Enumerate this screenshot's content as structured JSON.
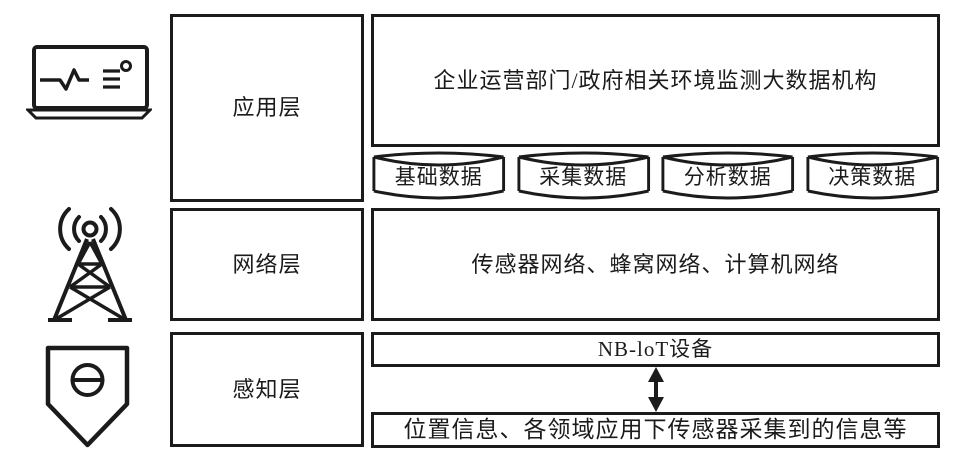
{
  "colors": {
    "ink": "#1b1b1b",
    "background": "#ffffff"
  },
  "icons": {
    "application": "monitoring-device-icon",
    "network": "radio-tower-icon",
    "perception": "sensor-probe-icon",
    "link": "double-arrow-icon",
    "data_store_shape": "database-cylinder"
  },
  "layers": {
    "application": {
      "label": "应用层",
      "organization": "企业运营部门/政府相关环境监测大数据机构",
      "data_stores": [
        "基础数据",
        "采集数据",
        "分析数据",
        "决策数据"
      ]
    },
    "network": {
      "label": "网络层",
      "content": "传感器网络、蜂窝网络、计算机网络"
    },
    "perception": {
      "label": "感知层",
      "device": "NB-loT设备",
      "information": "位置信息、各领域应用下传感器采集到的信息等"
    }
  }
}
